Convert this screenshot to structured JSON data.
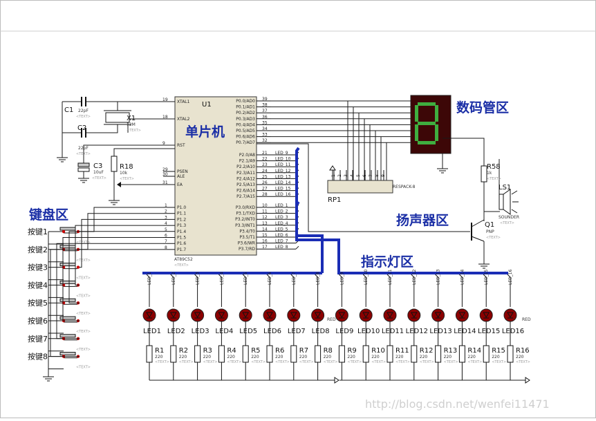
{
  "placeholder_text": "<TEXT>",
  "regions": {
    "mcu": "单片机",
    "segment": "数码管区",
    "speaker": "扬声器区",
    "keyboard": "键盘区",
    "indicator": "指示灯区"
  },
  "mcu": {
    "ref": "U1",
    "part": "AT89C52",
    "left_pins": [
      {
        "num": "19",
        "name": "XTAL1"
      },
      {
        "num": "18",
        "name": "XTAL2"
      },
      {
        "num": "9",
        "name": "RST"
      },
      {
        "num": "29",
        "name": "PSEN"
      },
      {
        "num": "30",
        "name": "ALE"
      },
      {
        "num": "31",
        "name": "EA"
      }
    ],
    "p1_pins": [
      {
        "num": "1",
        "name": "P1.0"
      },
      {
        "num": "2",
        "name": "P1.1"
      },
      {
        "num": "3",
        "name": "P1.2"
      },
      {
        "num": "4",
        "name": "P1.3"
      },
      {
        "num": "5",
        "name": "P1.4"
      },
      {
        "num": "6",
        "name": "P1.5"
      },
      {
        "num": "7",
        "name": "P1.6"
      },
      {
        "num": "8",
        "name": "P1.7"
      }
    ],
    "p0_pins": [
      {
        "num": "39",
        "name": "P0.0/AD0"
      },
      {
        "num": "38",
        "name": "P0.1/AD1"
      },
      {
        "num": "37",
        "name": "P0.2/AD2"
      },
      {
        "num": "36",
        "name": "P0.3/AD3"
      },
      {
        "num": "35",
        "name": "P0.4/AD4"
      },
      {
        "num": "34",
        "name": "P0.5/AD5"
      },
      {
        "num": "33",
        "name": "P0.6/AD6"
      },
      {
        "num": "32",
        "name": "P0.7/AD7"
      }
    ],
    "p2_pins": [
      {
        "num": "21",
        "name": "P2.0/A8",
        "net": "LED_9"
      },
      {
        "num": "22",
        "name": "P2.1/A9",
        "net": "LED_10"
      },
      {
        "num": "23",
        "name": "P2.2/A10",
        "net": "LED_11"
      },
      {
        "num": "24",
        "name": "P2.3/A11",
        "net": "LED_12"
      },
      {
        "num": "25",
        "name": "P2.4/A12",
        "net": "LED_13"
      },
      {
        "num": "26",
        "name": "P2.5/A13",
        "net": "LED_14"
      },
      {
        "num": "27",
        "name": "P2.6/A14",
        "net": "LED_15"
      },
      {
        "num": "28",
        "name": "P2.7/A15",
        "net": "LED_16"
      }
    ],
    "p3_pins": [
      {
        "num": "10",
        "name": "P3.0/RXD",
        "net": "LED_1"
      },
      {
        "num": "11",
        "name": "P3.1/TXD",
        "net": "LED_2"
      },
      {
        "num": "12",
        "name": "P3.2/INT0",
        "net": "LED_3"
      },
      {
        "num": "13",
        "name": "P3.3/INT1",
        "net": "LED_4"
      },
      {
        "num": "14",
        "name": "P3.4/T0",
        "net": "LED_5"
      },
      {
        "num": "15",
        "name": "P3.5/T1",
        "net": "LED_6"
      },
      {
        "num": "16",
        "name": "P3.6/WR",
        "net": "LED_7"
      },
      {
        "num": "17",
        "name": "P3.7/RD",
        "net": "LED_8"
      }
    ]
  },
  "components": {
    "c1": {
      "ref": "C1",
      "value": "22pF"
    },
    "c2": {
      "ref": "C2",
      "value": "22pF"
    },
    "c3": {
      "ref": "C3",
      "value": "10uF"
    },
    "x1": {
      "ref": "X1",
      "value": "12M"
    },
    "r18": {
      "ref": "R18",
      "value": "10k"
    },
    "r58": {
      "ref": "R58",
      "value": "1k"
    },
    "ls1": {
      "ref": "LS1",
      "value": "SOUNDER"
    },
    "q1": {
      "ref": "Q1",
      "value": "PNP"
    },
    "rp1": {
      "ref": "RP1",
      "value": "RESPACK-8",
      "pins": [
        "1",
        "2",
        "3",
        "4",
        "5",
        "6",
        "7",
        "8",
        "9"
      ]
    }
  },
  "keys": [
    "按键1",
    "按键2",
    "按键3",
    "按键4",
    "按键5",
    "按键6",
    "按键7",
    "按键8"
  ],
  "leds": [
    {
      "net": "LED_1",
      "ref": "LED1",
      "res": "R1"
    },
    {
      "net": "LED_2",
      "ref": "LED2",
      "res": "R2"
    },
    {
      "net": "LED_3",
      "ref": "LED3",
      "res": "R3"
    },
    {
      "net": "LED_4",
      "ref": "LED4",
      "res": "R4"
    },
    {
      "net": "LED_5",
      "ref": "LED5",
      "res": "R5"
    },
    {
      "net": "LED_6",
      "ref": "LED6",
      "res": "R6"
    },
    {
      "net": "LED_7",
      "ref": "LED7",
      "res": "R7"
    },
    {
      "net": "LED_8",
      "ref": "LED8",
      "res": "R8"
    },
    {
      "net": "LED_9",
      "ref": "LED9",
      "res": "R9"
    },
    {
      "net": "LED_10",
      "ref": "LED10",
      "res": "R10"
    },
    {
      "net": "LED_11",
      "ref": "LED11",
      "res": "R11"
    },
    {
      "net": "LED_12",
      "ref": "LED12",
      "res": "R12"
    },
    {
      "net": "LED_13",
      "ref": "LED13",
      "res": "R13"
    },
    {
      "net": "LED_14",
      "ref": "LED14",
      "res": "R14"
    },
    {
      "net": "LED_15",
      "ref": "LED15",
      "res": "R15"
    },
    {
      "net": "LED_16",
      "ref": "LED16",
      "res": "R16"
    }
  ],
  "led_color": "RED",
  "led_res_value": "220",
  "segment_digit": "8",
  "watermark": "http://blog.csdn.net/wenfei11471",
  "colors": {
    "bus": "#1a2db5",
    "led": "#8b0000",
    "segment_on": "#3fae3f",
    "segment_body": "#3d0707",
    "chip": "#e8e3cf",
    "title": "#1b2fa6"
  }
}
